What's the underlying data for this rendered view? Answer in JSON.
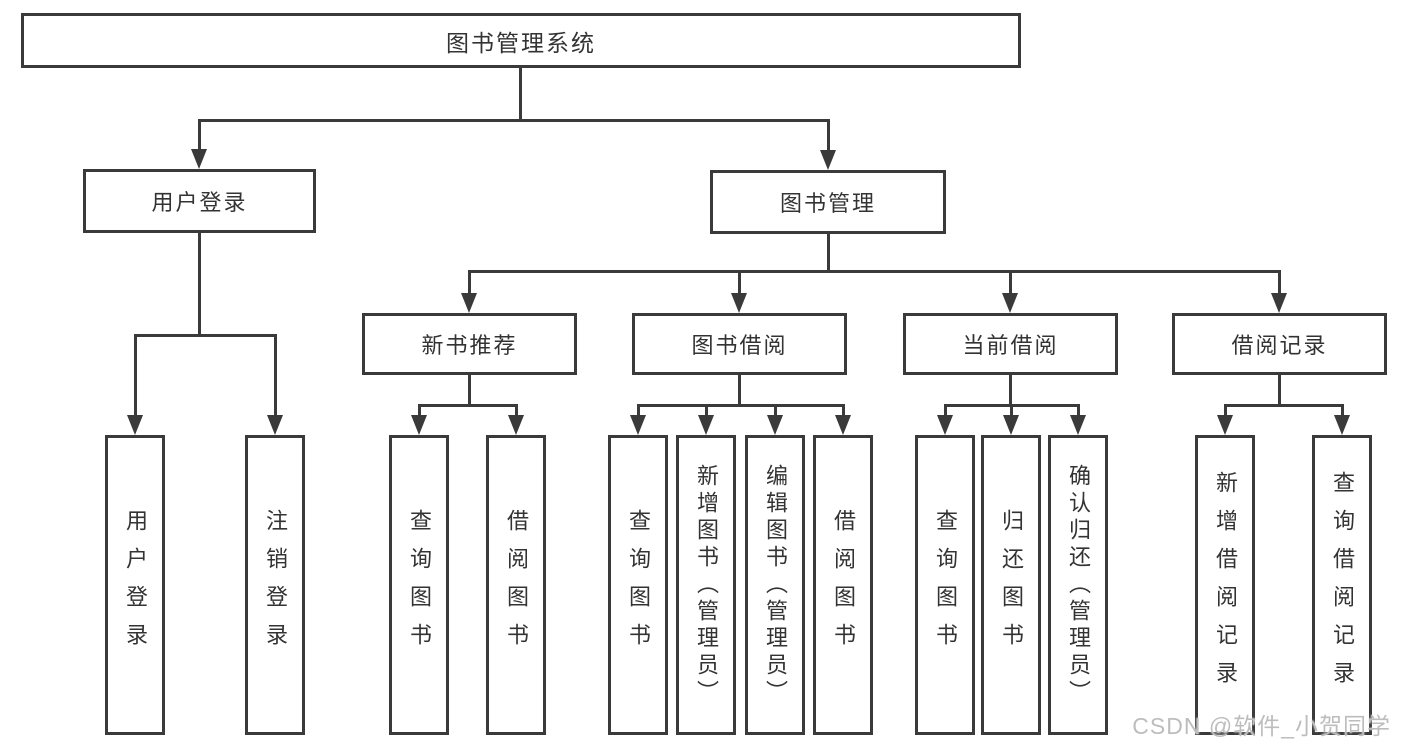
{
  "colors": {
    "line": "#3a3a3a",
    "text": "#333333",
    "background": "#ffffff",
    "watermark": "#bdbdbd"
  },
  "diagram": {
    "root": {
      "label": "图书管理系统"
    },
    "branches": [
      {
        "label": "用户登录",
        "children": [
          "用户登录",
          "注销登录"
        ]
      },
      {
        "label": "图书管理",
        "children": [
          {
            "label": "新书推荐",
            "children": [
              "查询图书",
              "借阅图书"
            ]
          },
          {
            "label": "图书借阅",
            "children": [
              "查询图书",
              "新增图书（管理员）",
              "编辑图书（管理员）",
              "借阅图书"
            ]
          },
          {
            "label": "当前借阅",
            "children": [
              "查询图书",
              "归还图书",
              "确认归还（管理员）"
            ]
          },
          {
            "label": "借阅记录",
            "children": [
              "新增借阅记录",
              "查询借阅记录"
            ]
          }
        ]
      }
    ]
  },
  "watermark": {
    "text": "CSDN @软件_小贺同学"
  }
}
